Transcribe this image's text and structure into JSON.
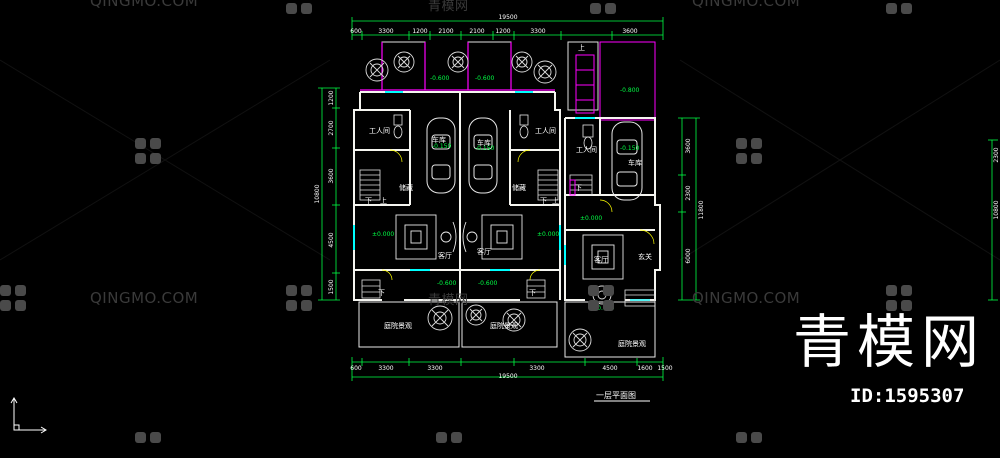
{
  "drawing_title": "一层平面图",
  "watermark_top": "青模网",
  "watermark_url": "QINGMO.COM",
  "brand_large": "青模网",
  "id_label": "ID:1595307",
  "dims": {
    "total_width": "19500",
    "top": [
      "600",
      "3300",
      "1200",
      "2100",
      "2100",
      "1200",
      "3300",
      "3600"
    ],
    "bottom": [
      "600",
      "3300",
      "3300",
      "3300",
      "4500",
      "1600",
      "1500"
    ],
    "left": [
      "1200",
      "2700",
      "3600",
      "4500",
      "1500"
    ],
    "left_total": "10800",
    "right": [
      "3600",
      "2300",
      "6000"
    ],
    "right_total": "11800",
    "far_right": [
      "2300",
      "10800"
    ]
  },
  "rooms": {
    "worker_room": "工人间",
    "garage": "车库",
    "storage": "储藏",
    "living": "客厅",
    "foyer": "玄关",
    "garden": "庭院景观",
    "down": "下",
    "up": "上"
  },
  "levels": {
    "minus600": "-0.600",
    "minus800": "-0.800",
    "minus150": "-0.150",
    "zero": "±0.000"
  },
  "colors": {
    "wall": "#f5f5f0",
    "dim": "#ffffff",
    "green": "#00ff44",
    "magenta": "#ff00ff",
    "cyan": "#00ffff",
    "yellow": "#ffff00",
    "furniture": "#e8e8e8"
  }
}
